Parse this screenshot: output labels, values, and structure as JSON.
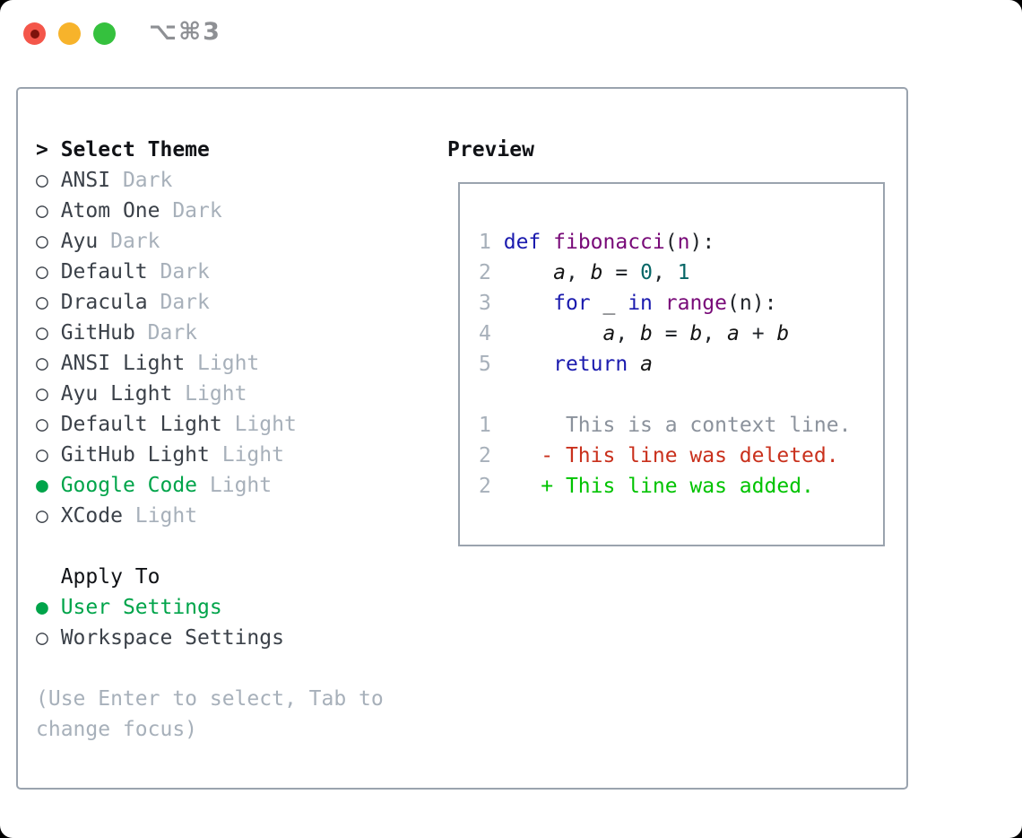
{
  "window": {
    "title": "⌥⌘3"
  },
  "titlebar": {
    "buttons": [
      {
        "name": "close",
        "color": "#f4564a",
        "has_dot": true
      },
      {
        "name": "minimize",
        "color": "#f7b32b",
        "has_dot": false
      },
      {
        "name": "zoom",
        "color": "#35c13e",
        "has_dot": false
      }
    ]
  },
  "theme_list": {
    "header": "Select Theme",
    "header_prefix": ">",
    "items": [
      {
        "name": "ANSI",
        "variant": "Dark",
        "selected": false
      },
      {
        "name": "Atom One",
        "variant": "Dark",
        "selected": false
      },
      {
        "name": "Ayu",
        "variant": "Dark",
        "selected": false
      },
      {
        "name": "Default",
        "variant": "Dark",
        "selected": false
      },
      {
        "name": "Dracula",
        "variant": "Dark",
        "selected": false
      },
      {
        "name": "GitHub",
        "variant": "Dark",
        "selected": false
      },
      {
        "name": "ANSI Light",
        "variant": "Light",
        "selected": false
      },
      {
        "name": "Ayu Light",
        "variant": "Light",
        "selected": false
      },
      {
        "name": "Default Light",
        "variant": "Light",
        "selected": false
      },
      {
        "name": "GitHub Light",
        "variant": "Light",
        "selected": false
      },
      {
        "name": "Google Code",
        "variant": "Light",
        "selected": true
      },
      {
        "name": "XCode",
        "variant": "Light",
        "selected": false
      }
    ]
  },
  "apply_to": {
    "header": "Apply To",
    "options": [
      {
        "label": "User Settings",
        "selected": true
      },
      {
        "label": "Workspace Settings",
        "selected": false
      }
    ]
  },
  "help_text": "(Use Enter to select, Tab to change focus)",
  "preview": {
    "header": "Preview",
    "code_lines": [
      [
        [
          "ln",
          "1"
        ],
        [
          "pln",
          " "
        ],
        [
          "kwd",
          "def"
        ],
        [
          "pln",
          " "
        ],
        [
          "typ",
          "fibonacci"
        ],
        [
          "pun",
          "("
        ],
        [
          "typ",
          "n"
        ],
        [
          "pun",
          "):"
        ]
      ],
      [
        [
          "ln",
          "2"
        ],
        [
          "pln",
          "     "
        ],
        [
          "var",
          "a"
        ],
        [
          "pun",
          ", "
        ],
        [
          "var",
          "b"
        ],
        [
          "pun",
          " = "
        ],
        [
          "lit",
          "0"
        ],
        [
          "pun",
          ", "
        ],
        [
          "lit",
          "1"
        ]
      ],
      [
        [
          "ln",
          "3"
        ],
        [
          "pln",
          "     "
        ],
        [
          "kwd",
          "for"
        ],
        [
          "pln",
          " _ "
        ],
        [
          "kwd",
          "in"
        ],
        [
          "pln",
          " "
        ],
        [
          "typ",
          "range"
        ],
        [
          "pun",
          "("
        ],
        [
          "pln",
          "n"
        ],
        [
          "pun",
          "):"
        ]
      ],
      [
        [
          "ln",
          "4"
        ],
        [
          "pln",
          "         "
        ],
        [
          "var",
          "a"
        ],
        [
          "pun",
          ", "
        ],
        [
          "var",
          "b"
        ],
        [
          "pun",
          " = "
        ],
        [
          "var",
          "b"
        ],
        [
          "pun",
          ", "
        ],
        [
          "var",
          "a"
        ],
        [
          "pun",
          " + "
        ],
        [
          "var",
          "b"
        ]
      ],
      [
        [
          "ln",
          "5"
        ],
        [
          "pln",
          "     "
        ],
        [
          "kwd",
          "return"
        ],
        [
          "pln",
          " "
        ],
        [
          "var",
          "a"
        ]
      ]
    ],
    "diff_lines": [
      {
        "num": "1",
        "gap": "      ",
        "mark": "",
        "text": "This is a context line.",
        "cls": "ctx"
      },
      {
        "num": "2",
        "gap": "    ",
        "mark": "- ",
        "text": "This line was deleted.",
        "cls": "del"
      },
      {
        "num": "2",
        "gap": "    ",
        "mark": "+ ",
        "text": "This line was added.",
        "cls": "add"
      }
    ]
  },
  "colors": {
    "accent_green": "#00a44a",
    "diff_added": "#00c300",
    "diff_removed": "#c9301c",
    "context_gray": "#8b929c",
    "muted_gray": "#a7b0ba",
    "syntax_keyword": "#1a1aae",
    "syntax_type": "#780a78",
    "syntax_literal": "#066666",
    "panel_border": "#9aa3ae"
  }
}
